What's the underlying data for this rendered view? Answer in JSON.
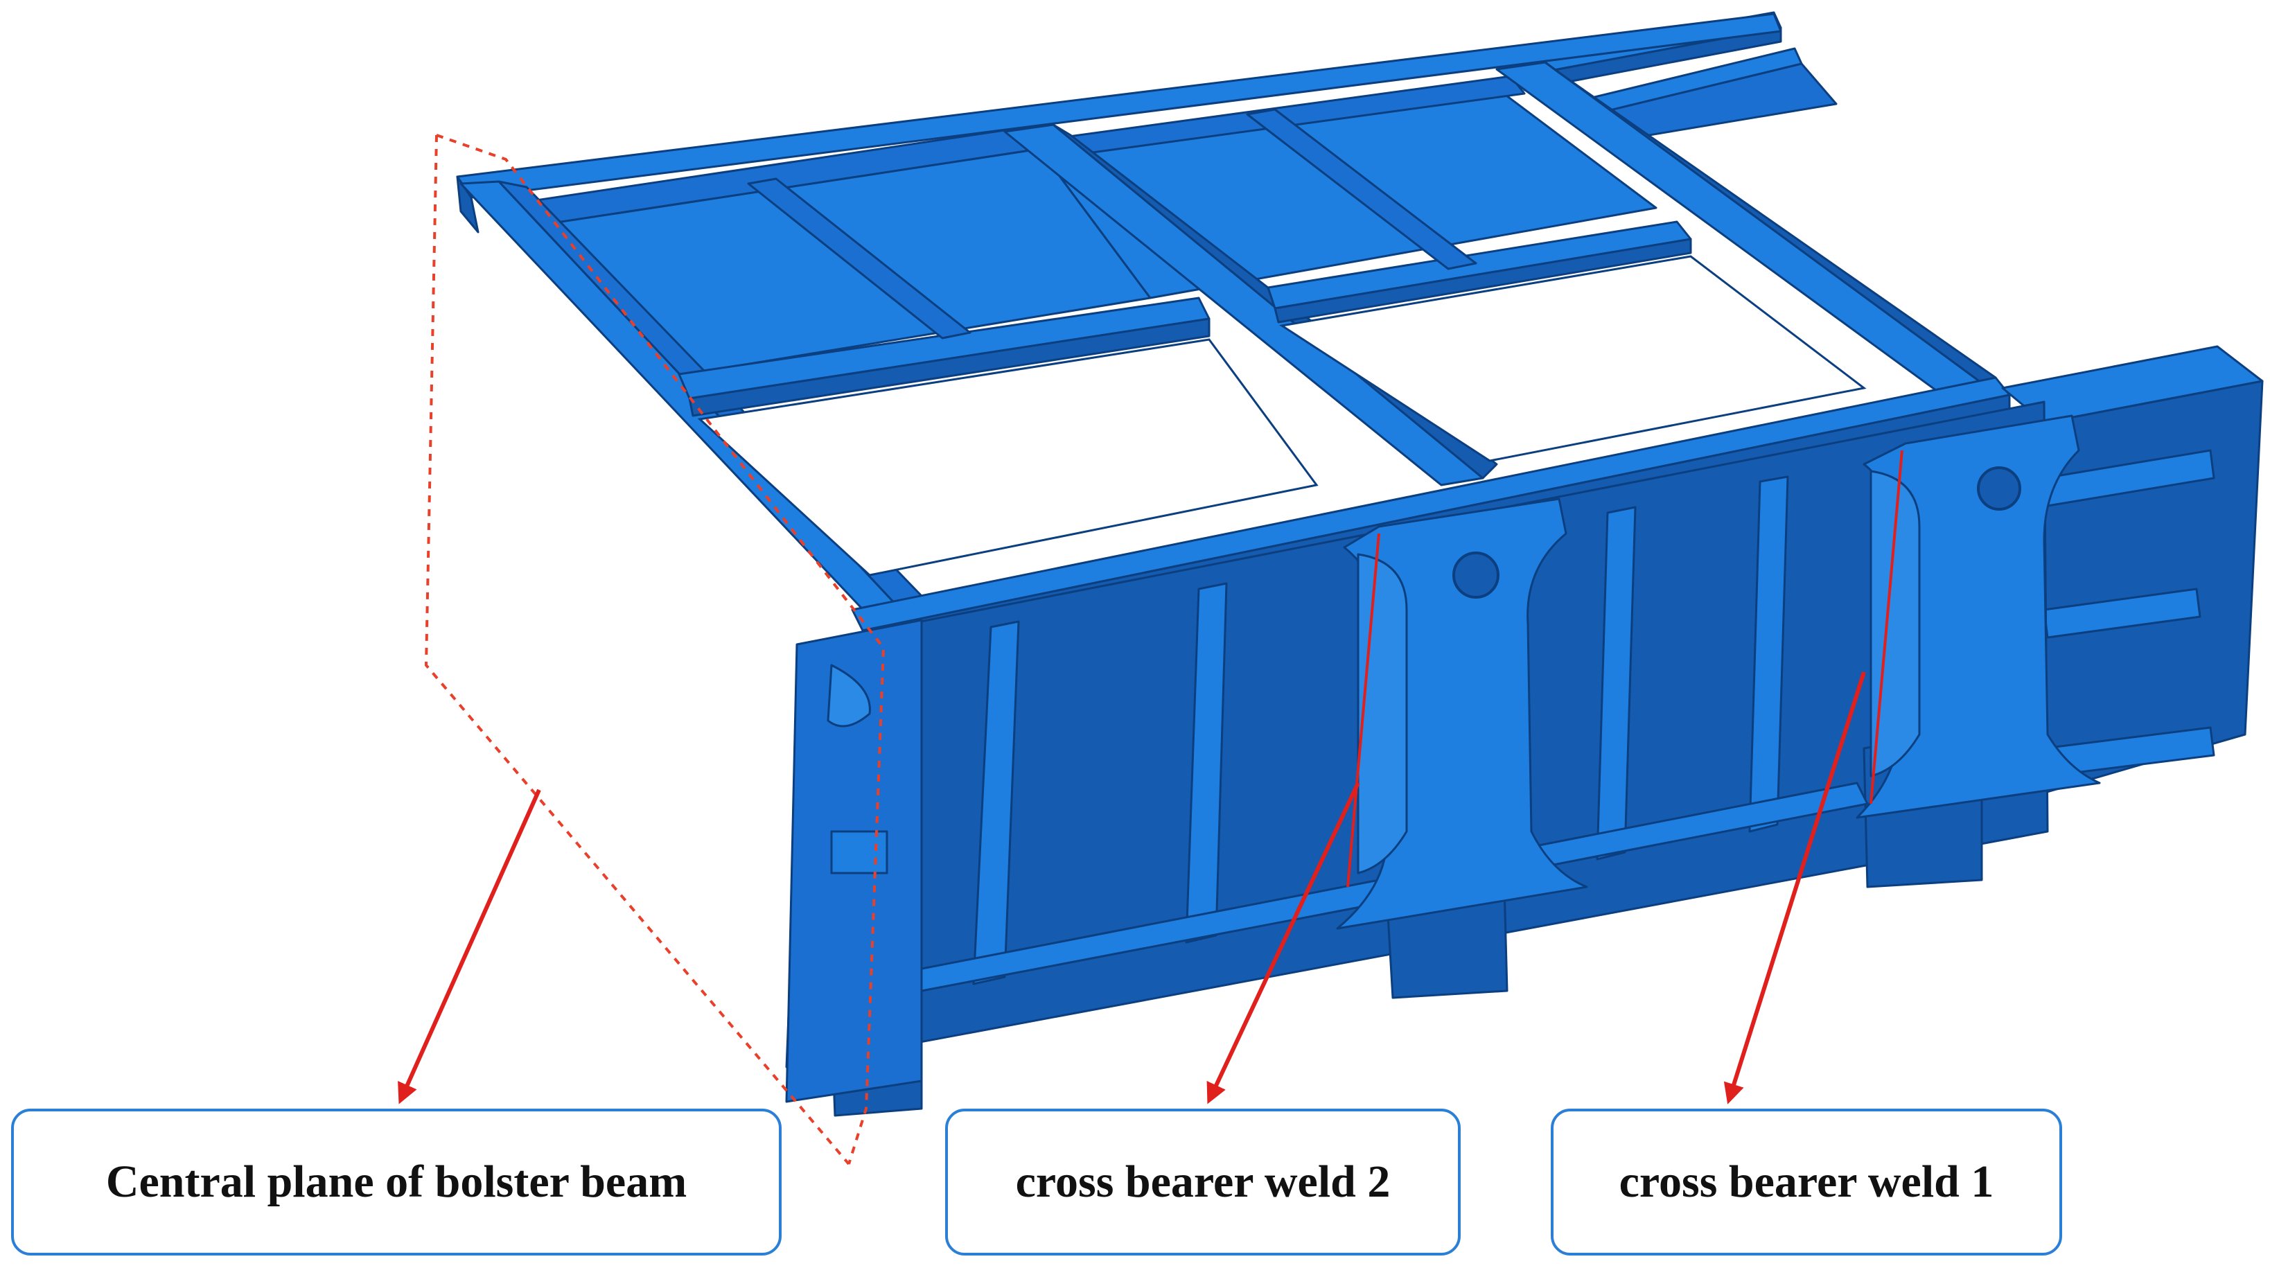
{
  "labels": {
    "central_plane": "Central plane of bolster beam",
    "weld_2": "cross bearer weld 2",
    "weld_1": "cross bearer weld 1"
  },
  "colors": {
    "steel_top": "#1f7fe0",
    "steel_mid": "#1b6fd0",
    "steel_dark": "#155bb0",
    "steel_edge": "#0b3f80",
    "weld_line": "#e0201c",
    "callout_border": "#2b7fd6",
    "plane_outline": "#e8402a"
  },
  "icons": [
    "red-arrow",
    "dashed-plane-outline"
  ]
}
